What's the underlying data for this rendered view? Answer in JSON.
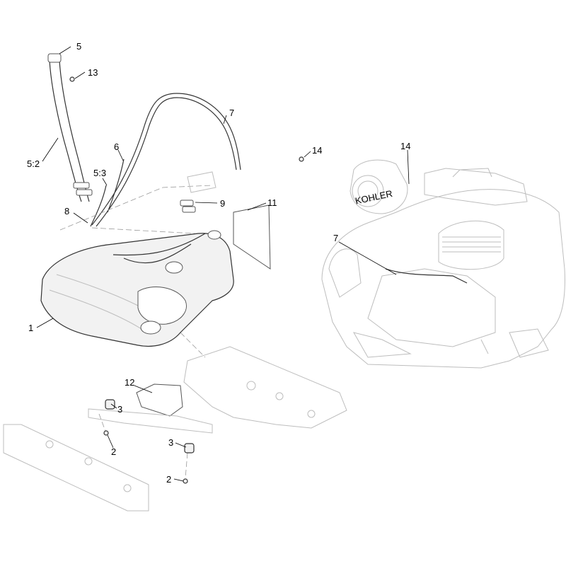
{
  "diagram": {
    "callouts": [
      {
        "id": "c5",
        "label": "5"
      },
      {
        "id": "c13",
        "label": "13"
      },
      {
        "id": "c7a",
        "label": "7"
      },
      {
        "id": "c6",
        "label": "6"
      },
      {
        "id": "c5_2",
        "label": "5:2"
      },
      {
        "id": "c5_3",
        "label": "5:3"
      },
      {
        "id": "c14a",
        "label": "14"
      },
      {
        "id": "c14b",
        "label": "14"
      },
      {
        "id": "c9",
        "label": "9"
      },
      {
        "id": "c11",
        "label": "11"
      },
      {
        "id": "c8",
        "label": "8"
      },
      {
        "id": "c7b",
        "label": "7"
      },
      {
        "id": "c1",
        "label": "1"
      },
      {
        "id": "c12",
        "label": "12"
      },
      {
        "id": "c3a",
        "label": "3"
      },
      {
        "id": "c2a",
        "label": "2"
      },
      {
        "id": "c3b",
        "label": "3"
      },
      {
        "id": "c2b",
        "label": "2"
      }
    ],
    "engine_brand": "KOHLER"
  }
}
